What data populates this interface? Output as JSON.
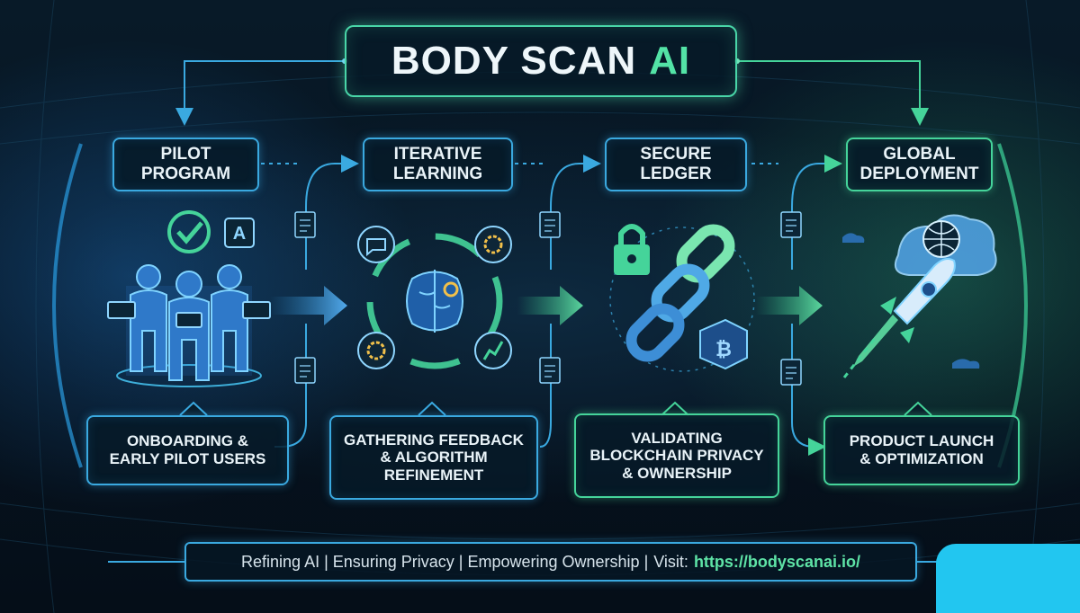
{
  "title": {
    "main": "BODY SCAN",
    "accent": "AI"
  },
  "stages": [
    {
      "id": "pilot",
      "title": "PILOT\nPROGRAM",
      "caption": "ONBOARDING &\nEARLY PILOT USERS"
    },
    {
      "id": "learning",
      "title": "ITERATIVE\nLEARNING",
      "caption": "GATHERING FEEDBACK\n& ALGORITHM\nREFINEMENT"
    },
    {
      "id": "ledger",
      "title": "SECURE\nLEDGER",
      "caption": "VALIDATING\nBLOCKCHAIN PRIVACY\n& OWNERSHIP"
    },
    {
      "id": "global",
      "title": "GLOBAL\nDEPLOYMENT",
      "caption": "PRODUCT LAUNCH\n& OPTIMIZATION"
    }
  ],
  "footer": {
    "tagline": "Refining AI | Ensuring Privacy | Empowering Ownership |",
    "visit_label": "Visit:",
    "url": "https://bodyscanai.io/"
  },
  "colors": {
    "blue": "#3aa9e0",
    "green": "#45d49a",
    "accent_text": "#53e3a6",
    "background": "#06121d"
  }
}
